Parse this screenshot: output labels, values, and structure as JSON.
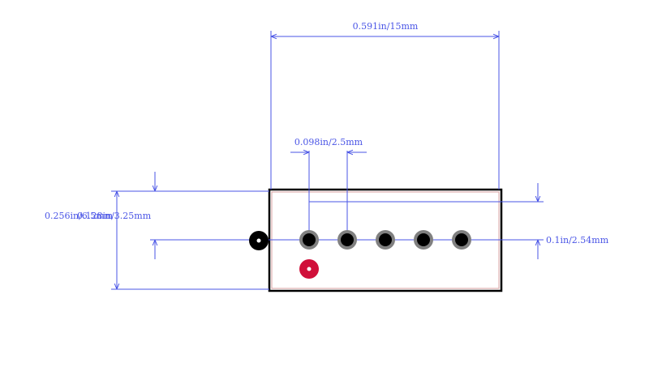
{
  "diagram": {
    "dimensions": {
      "overall_width": "0.591in/15mm",
      "pin_pitch": "0.098in/2.5mm",
      "row_offset": "0.1in/2.54mm",
      "body_height": "0.256in/6.5mm",
      "pin_offset": "0.128in/3.25mm"
    },
    "colors": {
      "dimension_line": "#4a55e6",
      "body_outline": "#000000",
      "body_inner": "#d9a0a0",
      "pad_ring": "#808080",
      "pad_hole": "#000000",
      "pin_one_marker": "#d0103a",
      "reference_pad": "#000000"
    }
  }
}
